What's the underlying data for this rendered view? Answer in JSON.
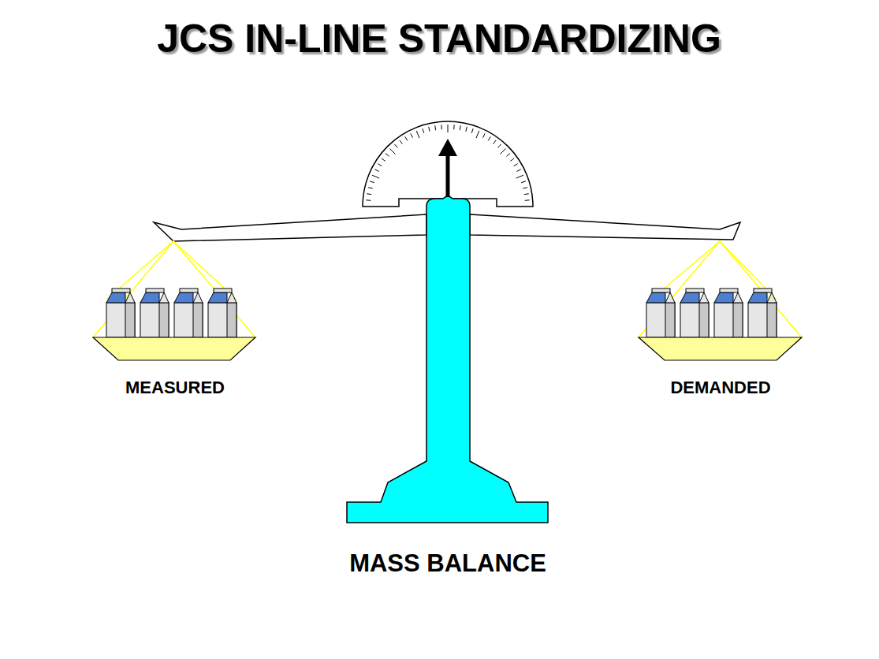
{
  "diagram": {
    "title": "JCS IN-LINE STANDARDIZING",
    "labels": [
      "MEASURED",
      "DEMANDED",
      "MASS BALANCE"
    ]
  }
}
